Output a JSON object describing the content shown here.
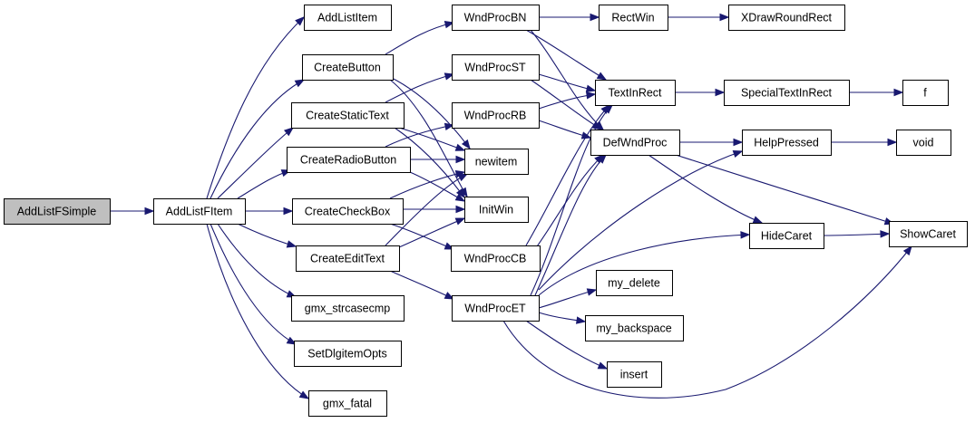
{
  "graph": {
    "edge_color": "#191970",
    "root_fill": "#bfbfbf",
    "node_fill": "#ffffff",
    "nodes": [
      {
        "id": "AddListFSimple",
        "label": "AddListFSimple",
        "root": true
      },
      {
        "id": "AddListFItem",
        "label": "AddListFItem"
      },
      {
        "id": "AddListItem",
        "label": "AddListItem"
      },
      {
        "id": "CreateButton",
        "label": "CreateButton"
      },
      {
        "id": "CreateStaticText",
        "label": "CreateStaticText"
      },
      {
        "id": "CreateRadioButton",
        "label": "CreateRadioButton"
      },
      {
        "id": "CreateCheckBox",
        "label": "CreateCheckBox"
      },
      {
        "id": "CreateEditText",
        "label": "CreateEditText"
      },
      {
        "id": "gmx_strcasecmp",
        "label": "gmx_strcasecmp"
      },
      {
        "id": "SetDlgitemOpts",
        "label": "SetDlgitemOpts"
      },
      {
        "id": "gmx_fatal",
        "label": "gmx_fatal"
      },
      {
        "id": "WndProcBN",
        "label": "WndProcBN"
      },
      {
        "id": "WndProcST",
        "label": "WndProcST"
      },
      {
        "id": "WndProcRB",
        "label": "WndProcRB"
      },
      {
        "id": "newitem",
        "label": "newitem"
      },
      {
        "id": "InitWin",
        "label": "InitWin"
      },
      {
        "id": "WndProcCB",
        "label": "WndProcCB"
      },
      {
        "id": "WndProcET",
        "label": "WndProcET"
      },
      {
        "id": "RectWin",
        "label": "RectWin"
      },
      {
        "id": "TextInRect",
        "label": "TextInRect"
      },
      {
        "id": "DefWndProc",
        "label": "DefWndProc"
      },
      {
        "id": "my_delete",
        "label": "my_delete"
      },
      {
        "id": "my_backspace",
        "label": "my_backspace"
      },
      {
        "id": "insert",
        "label": "insert"
      },
      {
        "id": "XDrawRoundRect",
        "label": "XDrawRoundRect"
      },
      {
        "id": "SpecialTextInRect",
        "label": "SpecialTextInRect"
      },
      {
        "id": "HelpPressed",
        "label": "HelpPressed"
      },
      {
        "id": "HideCaret",
        "label": "HideCaret"
      },
      {
        "id": "f",
        "label": "f"
      },
      {
        "id": "void",
        "label": "void"
      },
      {
        "id": "ShowCaret",
        "label": "ShowCaret"
      }
    ],
    "edges": [
      [
        "AddListFSimple",
        "AddListFItem"
      ],
      [
        "AddListFItem",
        "AddListItem"
      ],
      [
        "AddListFItem",
        "CreateButton"
      ],
      [
        "AddListFItem",
        "CreateStaticText"
      ],
      [
        "AddListFItem",
        "CreateRadioButton"
      ],
      [
        "AddListFItem",
        "CreateCheckBox"
      ],
      [
        "AddListFItem",
        "CreateEditText"
      ],
      [
        "AddListFItem",
        "gmx_strcasecmp"
      ],
      [
        "AddListFItem",
        "SetDlgitemOpts"
      ],
      [
        "AddListFItem",
        "gmx_fatal"
      ],
      [
        "CreateButton",
        "WndProcBN"
      ],
      [
        "CreateButton",
        "newitem"
      ],
      [
        "CreateButton",
        "InitWin"
      ],
      [
        "CreateStaticText",
        "WndProcST"
      ],
      [
        "CreateStaticText",
        "newitem"
      ],
      [
        "CreateStaticText",
        "InitWin"
      ],
      [
        "CreateRadioButton",
        "WndProcRB"
      ],
      [
        "CreateRadioButton",
        "newitem"
      ],
      [
        "CreateRadioButton",
        "InitWin"
      ],
      [
        "CreateCheckBox",
        "newitem"
      ],
      [
        "CreateCheckBox",
        "InitWin"
      ],
      [
        "CreateCheckBox",
        "WndProcCB"
      ],
      [
        "CreateEditText",
        "newitem"
      ],
      [
        "CreateEditText",
        "InitWin"
      ],
      [
        "CreateEditText",
        "WndProcET"
      ],
      [
        "WndProcBN",
        "RectWin"
      ],
      [
        "WndProcBN",
        "TextInRect"
      ],
      [
        "WndProcBN",
        "DefWndProc"
      ],
      [
        "WndProcST",
        "TextInRect"
      ],
      [
        "WndProcST",
        "DefWndProc"
      ],
      [
        "WndProcRB",
        "TextInRect"
      ],
      [
        "WndProcRB",
        "DefWndProc"
      ],
      [
        "WndProcCB",
        "TextInRect"
      ],
      [
        "WndProcCB",
        "DefWndProc"
      ],
      [
        "WndProcET",
        "TextInRect"
      ],
      [
        "WndProcET",
        "DefWndProc"
      ],
      [
        "WndProcET",
        "HelpPressed"
      ],
      [
        "WndProcET",
        "HideCaret"
      ],
      [
        "WndProcET",
        "my_delete"
      ],
      [
        "WndProcET",
        "my_backspace"
      ],
      [
        "WndProcET",
        "insert"
      ],
      [
        "WndProcET",
        "ShowCaret"
      ],
      [
        "RectWin",
        "XDrawRoundRect"
      ],
      [
        "TextInRect",
        "SpecialTextInRect"
      ],
      [
        "SpecialTextInRect",
        "f"
      ],
      [
        "DefWndProc",
        "HelpPressed"
      ],
      [
        "DefWndProc",
        "HideCaret"
      ],
      [
        "DefWndProc",
        "ShowCaret"
      ],
      [
        "HelpPressed",
        "void"
      ],
      [
        "HideCaret",
        "ShowCaret"
      ]
    ]
  }
}
